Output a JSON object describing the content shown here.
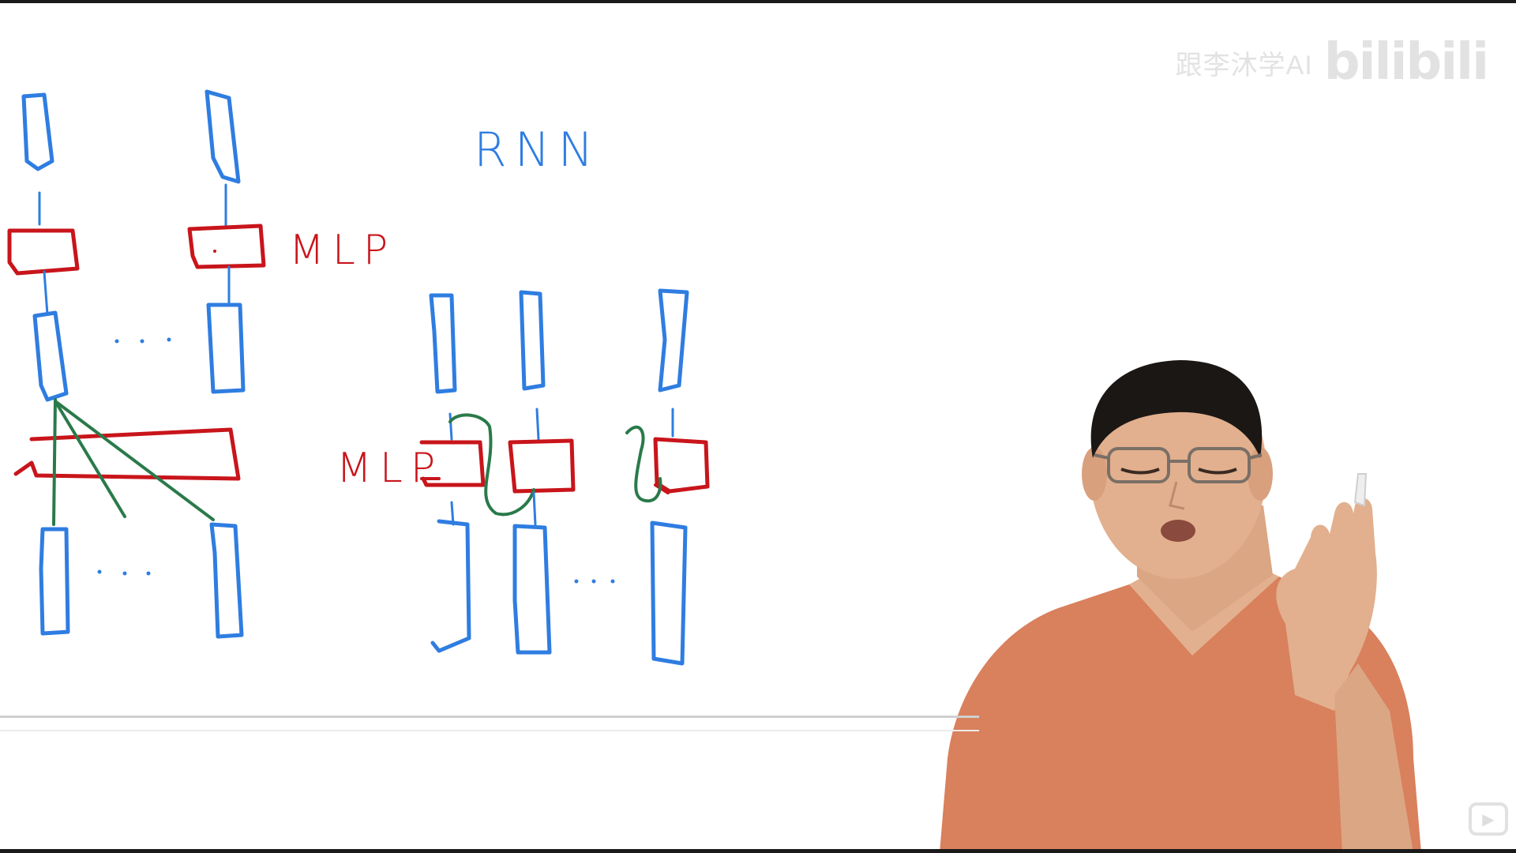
{
  "whiteboard": {
    "left_label": "MLP",
    "middle_label": "MLP",
    "right_title": "RNN",
    "dots": "· · ·"
  },
  "watermark": {
    "channel": "跟李沐学AI",
    "brand": "bilibili"
  },
  "player": {
    "play_icon": "▶"
  },
  "colors": {
    "vector_blue": "#2f7de1",
    "mlp_red": "#c8151b",
    "attention_green": "#2a7a4a",
    "shirt": "#d9805c",
    "skin": "#e2b08e",
    "hair": "#1b1715"
  }
}
